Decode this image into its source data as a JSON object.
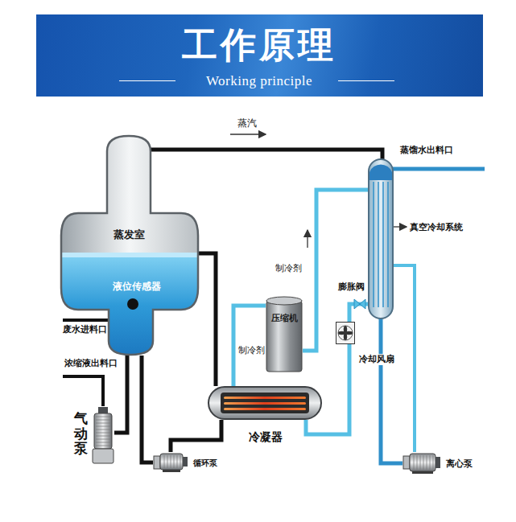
{
  "diagram": {
    "title": "工作原理",
    "nodes": [
      {
        "text": [
          "蒸发室",
          "液位传感器"
        ]
      },
      {
        "text": [
          "压缩机"
        ]
      },
      {
        "text": [
          "冷凝器"
        ]
      },
      {
        "text": [
          "气动泵"
        ]
      },
      {
        "text": [
          "循环泵"
        ]
      },
      {
        "text": [
          "离心泵"
        ]
      },
      {
        "text": [
          "冷却风扇"
        ]
      }
    ],
    "edges": [
      {
        "from": 0,
        "to": 4,
        "arrow": "none"
      },
      {
        "from": 4,
        "to": 2,
        "arrow": "none"
      },
      {
        "from": 2,
        "to": 0,
        "arrow": "none"
      },
      {
        "from": 1,
        "to": 2,
        "arrow": "none"
      },
      {
        "from": 0,
        "to": 3,
        "arrow": "none"
      }
    ],
    "labels": [
      "Working principle",
      "蒸汽",
      "废水进料口",
      "浓缩液出料口",
      "制冷剂",
      "制冷剂",
      "膨胀阀",
      "蒸馏水出料口",
      "真空冷却系统"
    ]
  }
}
